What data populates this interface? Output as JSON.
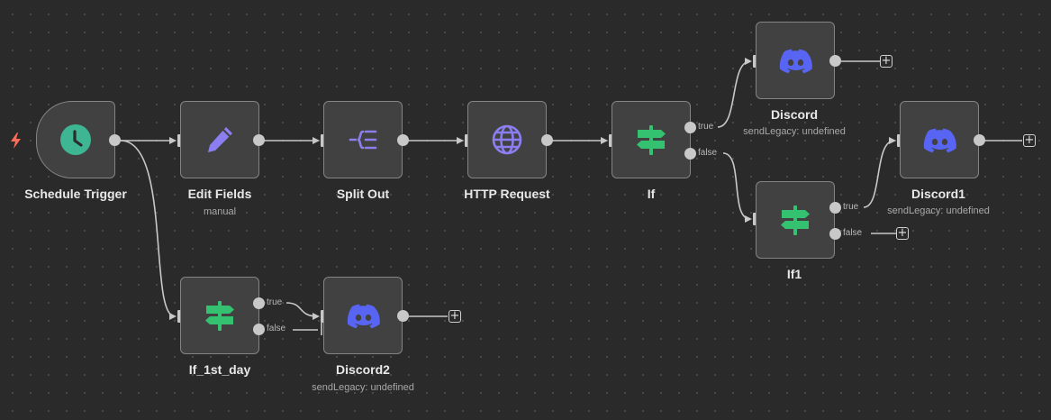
{
  "colors": {
    "canvas_bg": "#2a2a2a",
    "node_bg": "#414141",
    "node_border": "#848484",
    "edge": "#c8c8c8",
    "schedule": "#3eb693",
    "discord": "#5865f2",
    "if_green": "#35c270",
    "purple": "#8b7ef0",
    "trigger_bolt": "#ff6d5a"
  },
  "nodes": {
    "schedule_trigger": {
      "label": "Schedule Trigger",
      "icon": "clock-icon"
    },
    "edit_fields": {
      "label": "Edit Fields",
      "sublabel": "manual",
      "icon": "pencil-icon"
    },
    "split_out": {
      "label": "Split Out",
      "icon": "split-icon"
    },
    "http_request": {
      "label": "HTTP Request",
      "icon": "globe-icon"
    },
    "if": {
      "label": "If",
      "icon": "signpost-icon",
      "true_label": "true",
      "false_label": "false"
    },
    "discord": {
      "label": "Discord",
      "sublabel": "sendLegacy: undefined",
      "icon": "discord-icon"
    },
    "if1": {
      "label": "If1",
      "icon": "signpost-icon",
      "true_label": "true",
      "false_label": "false"
    },
    "discord1": {
      "label": "Discord1",
      "sublabel": "sendLegacy: undefined",
      "icon": "discord-icon"
    },
    "if_1st_day": {
      "label": "If_1st_day",
      "icon": "signpost-icon",
      "true_label": "true",
      "false_label": "false"
    },
    "discord2": {
      "label": "Discord2",
      "sublabel": "sendLegacy: undefined",
      "icon": "discord-icon"
    }
  },
  "add_button_glyph": "+"
}
